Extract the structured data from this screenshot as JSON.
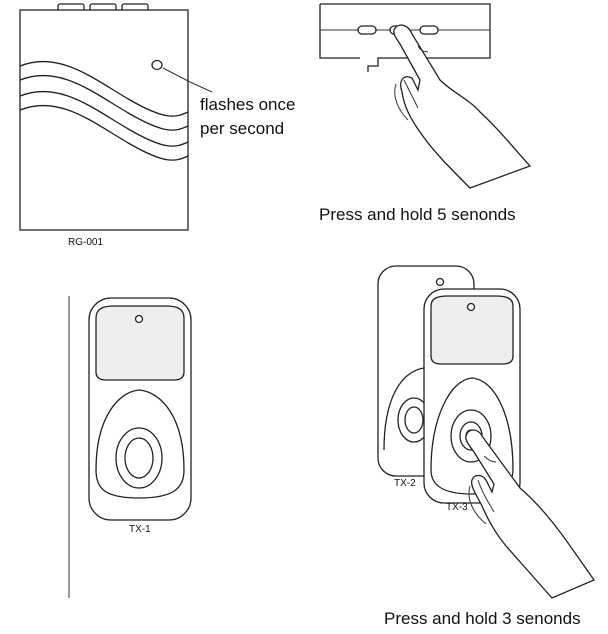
{
  "panels": {
    "receiver": {
      "device_label": "RG-001",
      "annotation_line1": "flashes once",
      "annotation_line2": "per second"
    },
    "receiver_button": {
      "caption": "Press and hold 5 senonds"
    },
    "transmitter_single": {
      "device_label": "TX-1"
    },
    "transmitter_pair": {
      "back_label": "TX-2",
      "front_label": "TX-3",
      "caption": "Press and hold 3 senonds"
    }
  },
  "icons": [
    "led-indicator-icon",
    "pointing-hand-icon",
    "remote-button-icon"
  ]
}
